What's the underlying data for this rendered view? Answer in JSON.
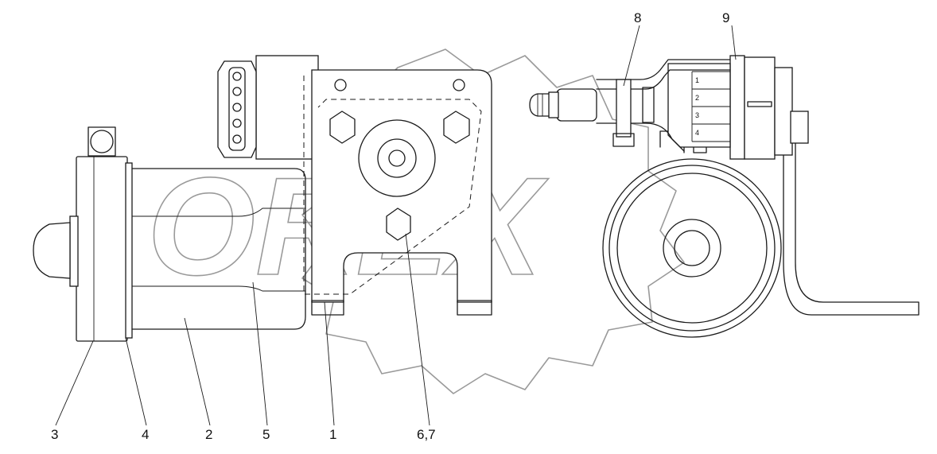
{
  "watermark": {
    "text": "OREX"
  },
  "terminal_marks": [
    "1",
    "2",
    "3",
    "4"
  ],
  "callouts": [
    {
      "id": "c3",
      "text": "3"
    },
    {
      "id": "c4",
      "text": "4"
    },
    {
      "id": "c2",
      "text": "2"
    },
    {
      "id": "c5",
      "text": "5"
    },
    {
      "id": "c1",
      "text": "1"
    },
    {
      "id": "c67",
      "text": "6,7"
    },
    {
      "id": "c8",
      "text": "8"
    },
    {
      "id": "c9",
      "text": "9"
    }
  ]
}
